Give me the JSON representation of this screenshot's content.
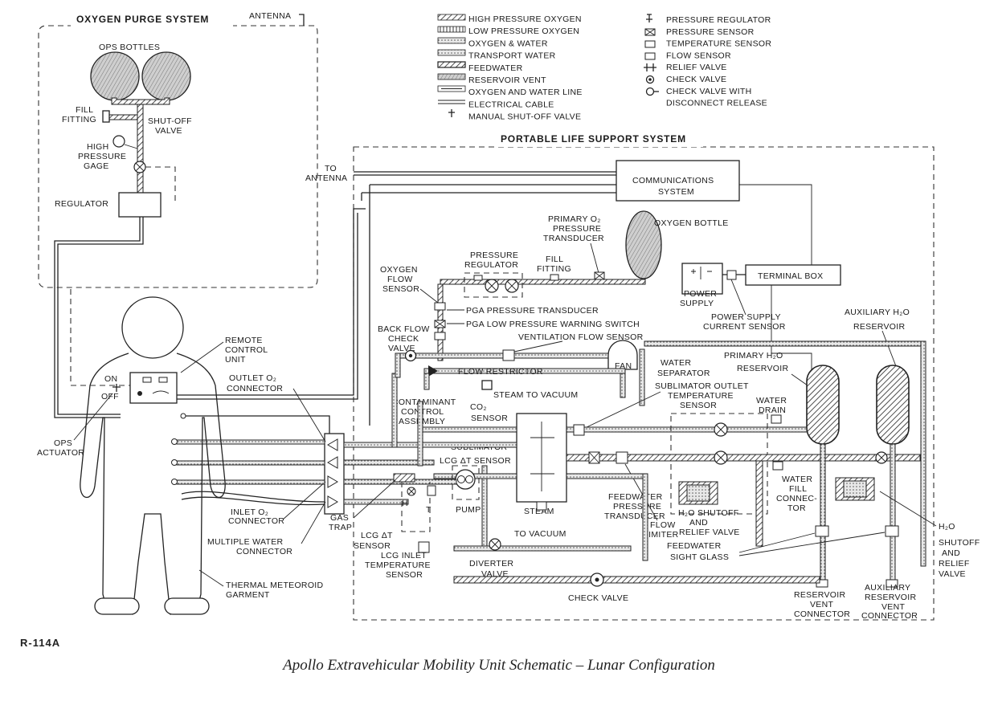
{
  "caption": "Apollo Extravehicular Mobility Unit Schematic – Lunar Configuration",
  "code": "R-114A",
  "headings": {
    "ops": "OXYGEN PURGE SYSTEM",
    "plss": "PORTABLE LIFE SUPPORT SYSTEM"
  },
  "legend": {
    "lines": [
      "HIGH PRESSURE OXYGEN",
      "LOW PRESSURE OXYGEN",
      "OXYGEN & WATER",
      "TRANSPORT WATER",
      "FEEDWATER",
      "RESERVOIR VENT",
      "OXYGEN AND WATER LINE",
      "ELECTRICAL CABLE",
      "MANUAL SHUT-OFF VALVE"
    ],
    "symbols": [
      "PRESSURE REGULATOR",
      "PRESSURE SENSOR",
      "TEMPERATURE SENSOR",
      "FLOW SENSOR",
      "RELIEF VALVE",
      "CHECK VALVE",
      "CHECK VALVE WITH",
      "DISCONNECT RELEASE"
    ]
  },
  "labels": {
    "antenna": "ANTENNA",
    "ops_bottles": "OPS BOTTLES",
    "fill_fitting_1": "FILL",
    "fill_fitting_2": "FITTING",
    "shutoff_1": "SHUT-OFF",
    "shutoff_2": "VALVE",
    "hp_gage_1": "HIGH",
    "hp_gage_2": "PRESSURE",
    "hp_gage_3": "GAGE",
    "regulator": "REGULATOR",
    "to_antenna_1": "TO",
    "to_antenna_2": "ANTENNA",
    "comm_1": "COMMUNICATIONS",
    "comm_2": "SYSTEM",
    "primary_o2_1": "PRIMARY O₂",
    "primary_o2_2": "PRESSURE",
    "primary_o2_3": "TRANSDUCER",
    "oxygen_bottle": "OXYGEN BOTTLE",
    "press_reg_1": "PRESSURE",
    "press_reg_2": "REGULATOR",
    "fill2_1": "FILL",
    "fill2_2": "FITTING",
    "oxy_flow_1": "OXYGEN",
    "oxy_flow_2": "FLOW",
    "oxy_flow_3": "SENSOR",
    "power_supply_1": "POWER",
    "power_supply_2": "SUPPLY",
    "terminal_box": "TERMINAL BOX",
    "pga_pt": "PGA PRESSURE TRANSDUCER",
    "pga_lp": "PGA LOW PRESSURE WARNING SWITCH",
    "ps_current_1": "POWER SUPPLY",
    "ps_current_2": "CURRENT SENSOR",
    "aux_res_1": "AUXILIARY H₂O",
    "aux_res_2": "RESERVOIR",
    "back_flow_1": "BACK FLOW",
    "back_flow_2": "CHECK",
    "back_flow_3": "VALVE",
    "vent_flow": "VENTILATION FLOW SENSOR",
    "primary_res_1": "PRIMARY H₂O",
    "primary_res_2": "RESERVOIR",
    "remote_1": "REMOTE",
    "remote_2": "CONTROL",
    "remote_3": "UNIT",
    "fan": "FAN",
    "water_sep_1": "WATER",
    "water_sep_2": "SEPARATOR",
    "flow_restrictor": "FLOW RESTRICTOR",
    "outlet_1": "OUTLET O₂",
    "outlet_2": "CONNECTOR",
    "steam_vac_1": "STEAM TO VACUUM",
    "sub_outlet_1": "SUBLIMATOR OUTLET",
    "sub_outlet_2": "TEMPERATURE",
    "sub_outlet_3": "SENSOR",
    "on": "ON",
    "off": "OFF",
    "contaminant_1": "CONTAMINANT",
    "contaminant_2": "CONTROL",
    "contaminant_3": "ASSEMBLY",
    "co2_1": "CO₂",
    "co2_2": "SENSOR",
    "water_drain_1": "WATER",
    "water_drain_2": "DRAIN",
    "ops_act_1": "OPS",
    "ops_act_2": "ACTUATOR",
    "sublimator": "SUBLIMATOR",
    "lcg_dt": "LCG ΔT SENSOR",
    "pump": "PUMP",
    "feedwater_pt_1": "FEEDWATER",
    "feedwater_pt_2": "PRESSURE",
    "feedwater_pt_3": "TRANSDUCER",
    "water_fill_1": "WATER",
    "water_fill_2": "FILL",
    "water_fill_3": "CONNEC-",
    "water_fill_4": "TOR",
    "inlet_1": "INLET O₂",
    "inlet_2": "CONNECTOR",
    "gas_trap_1": "GAS",
    "gas_trap_2": "TRAP",
    "steam_vac2_1": "STEAM",
    "steam_vac2_2": "TO VACUUM",
    "flow_limiter_1": "FLOW",
    "flow_limiter_2": "LIMITER",
    "h2o_shutoff_1": "H₂O SHUTOFF",
    "h2o_shutoff_2": "AND",
    "h2o_shutoff_3": "RELIEF VALVE",
    "h2o_shutoff_r_1": "H₂O",
    "h2o_shutoff_r_2": "SHUTOFF",
    "h2o_shutoff_r_3": "AND",
    "h2o_shutoff_r_4": "RELIEF",
    "h2o_shutoff_r_5": "VALVE",
    "multi_water_1": "MULTIPLE WATER",
    "multi_water_2": "CONNECTOR",
    "lcg_dt2_1": "LCG ΔT",
    "lcg_dt2_2": "SENSOR",
    "lcg_inlet_1": "LCG INLET",
    "lcg_inlet_2": "TEMPERATURE",
    "lcg_inlet_3": "SENSOR",
    "diverter_1": "DIVERTER",
    "diverter_2": "VALVE",
    "feedwater_sg_1": "FEEDWATER",
    "feedwater_sg_2": "SIGHT GLASS",
    "thermal_1": "THERMAL METEOROID",
    "thermal_2": "GARMENT",
    "check_valve": "CHECK VALVE",
    "res_vent_1": "RESERVOIR",
    "res_vent_2": "VENT",
    "res_vent_3": "CONNECTOR",
    "aux_vent_1": "AUXILIARY",
    "aux_vent_2": "RESERVOIR",
    "aux_vent_3": "VENT",
    "aux_vent_4": "CONNECTOR",
    "h_mark": "H",
    "t_mark": "T"
  }
}
